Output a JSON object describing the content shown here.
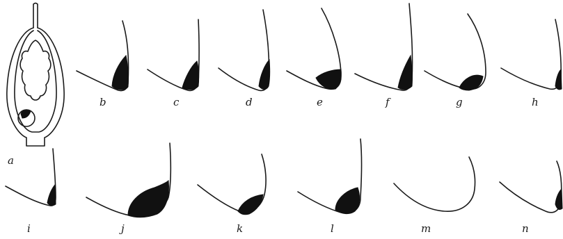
{
  "figure": {
    "panel_labels": [
      "a",
      "b",
      "c",
      "d",
      "e",
      "f",
      "g",
      "h",
      "i",
      "j",
      "k",
      "l",
      "m",
      "n"
    ]
  }
}
